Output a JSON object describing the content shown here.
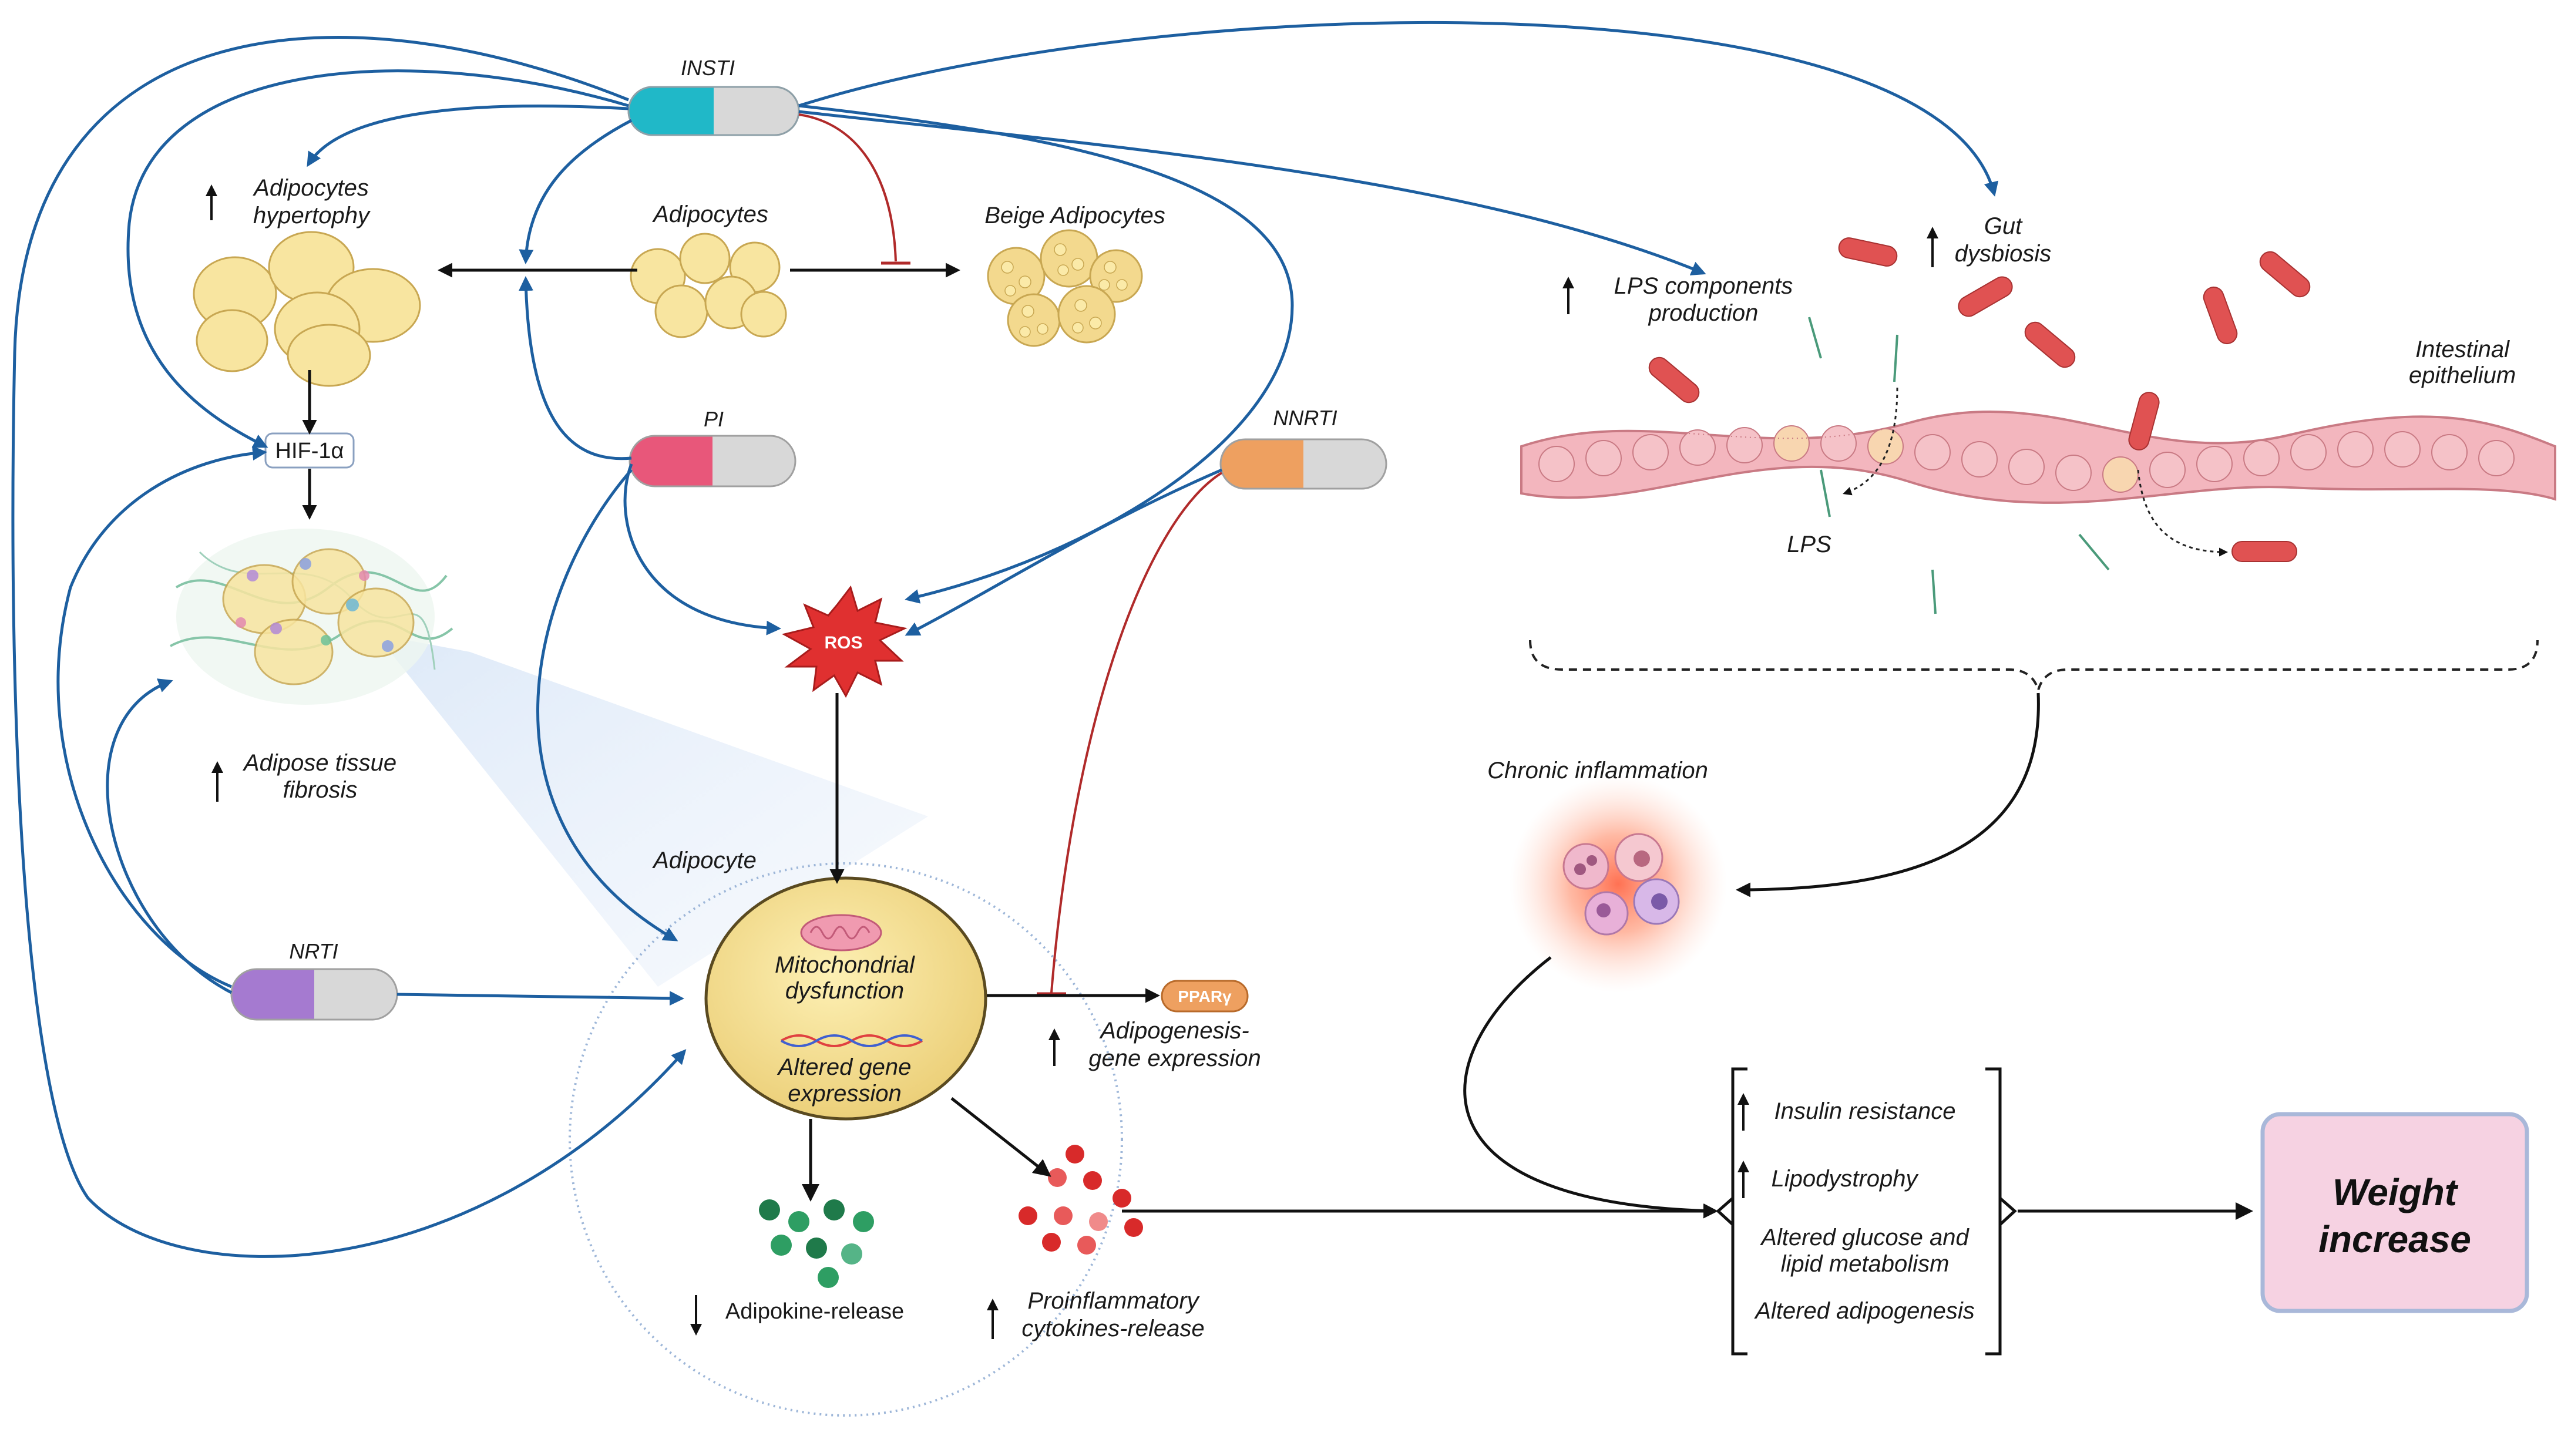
{
  "drugs": {
    "insti": "INSTI",
    "pi": "PI",
    "nnrti": "NNRTI",
    "nrti": "NRTI"
  },
  "labels": {
    "adipocytes_hypertrophy": [
      "Adipocytes",
      "hypertophy"
    ],
    "adipocytes": "Adipocytes",
    "beige_adipocytes": "Beige Adipocytes",
    "hif": "HIF-1α",
    "adipose_fibrosis": [
      "Adipose tissue",
      "fibrosis"
    ],
    "ros": "ROS",
    "adipocyte": "Adipocyte",
    "mito": [
      "Mitochondrial",
      "dysfunction"
    ],
    "altered_gene": [
      "Altered gene",
      "expression"
    ],
    "ppar": "PPARγ",
    "adipogenesis": [
      "Adipogenesis-",
      "gene expression"
    ],
    "adipokine": "Adipokine-release",
    "proinflammatory": [
      "Proinflammatory",
      "cytokines-release"
    ],
    "lps_components": [
      "LPS components",
      "production"
    ],
    "gut_dysbiosis": [
      "Gut",
      "dysbiosis"
    ],
    "intestinal_epithelium": [
      "Intestinal",
      "epithelium"
    ],
    "lps": "LPS",
    "chronic_inflammation": "Chronic inflammation",
    "outcomes": [
      "Insulin resistance",
      "Lipodystrophy",
      "Altered glucose and",
      "lipid metabolism",
      "Altered adipogenesis"
    ],
    "weight": [
      "Weight",
      "increase"
    ]
  },
  "colors": {
    "insti": "#20b8c8",
    "pi": "#e8577a",
    "nnrti": "#eea060",
    "nrti": "#a57ad0",
    "capsule_grey": "#d8d8d8",
    "arrow_blue": "#1d5fa0",
    "inhibit_red": "#b02a2a",
    "ros_red": "#e03030",
    "weight_box": "#f6d2e2"
  }
}
